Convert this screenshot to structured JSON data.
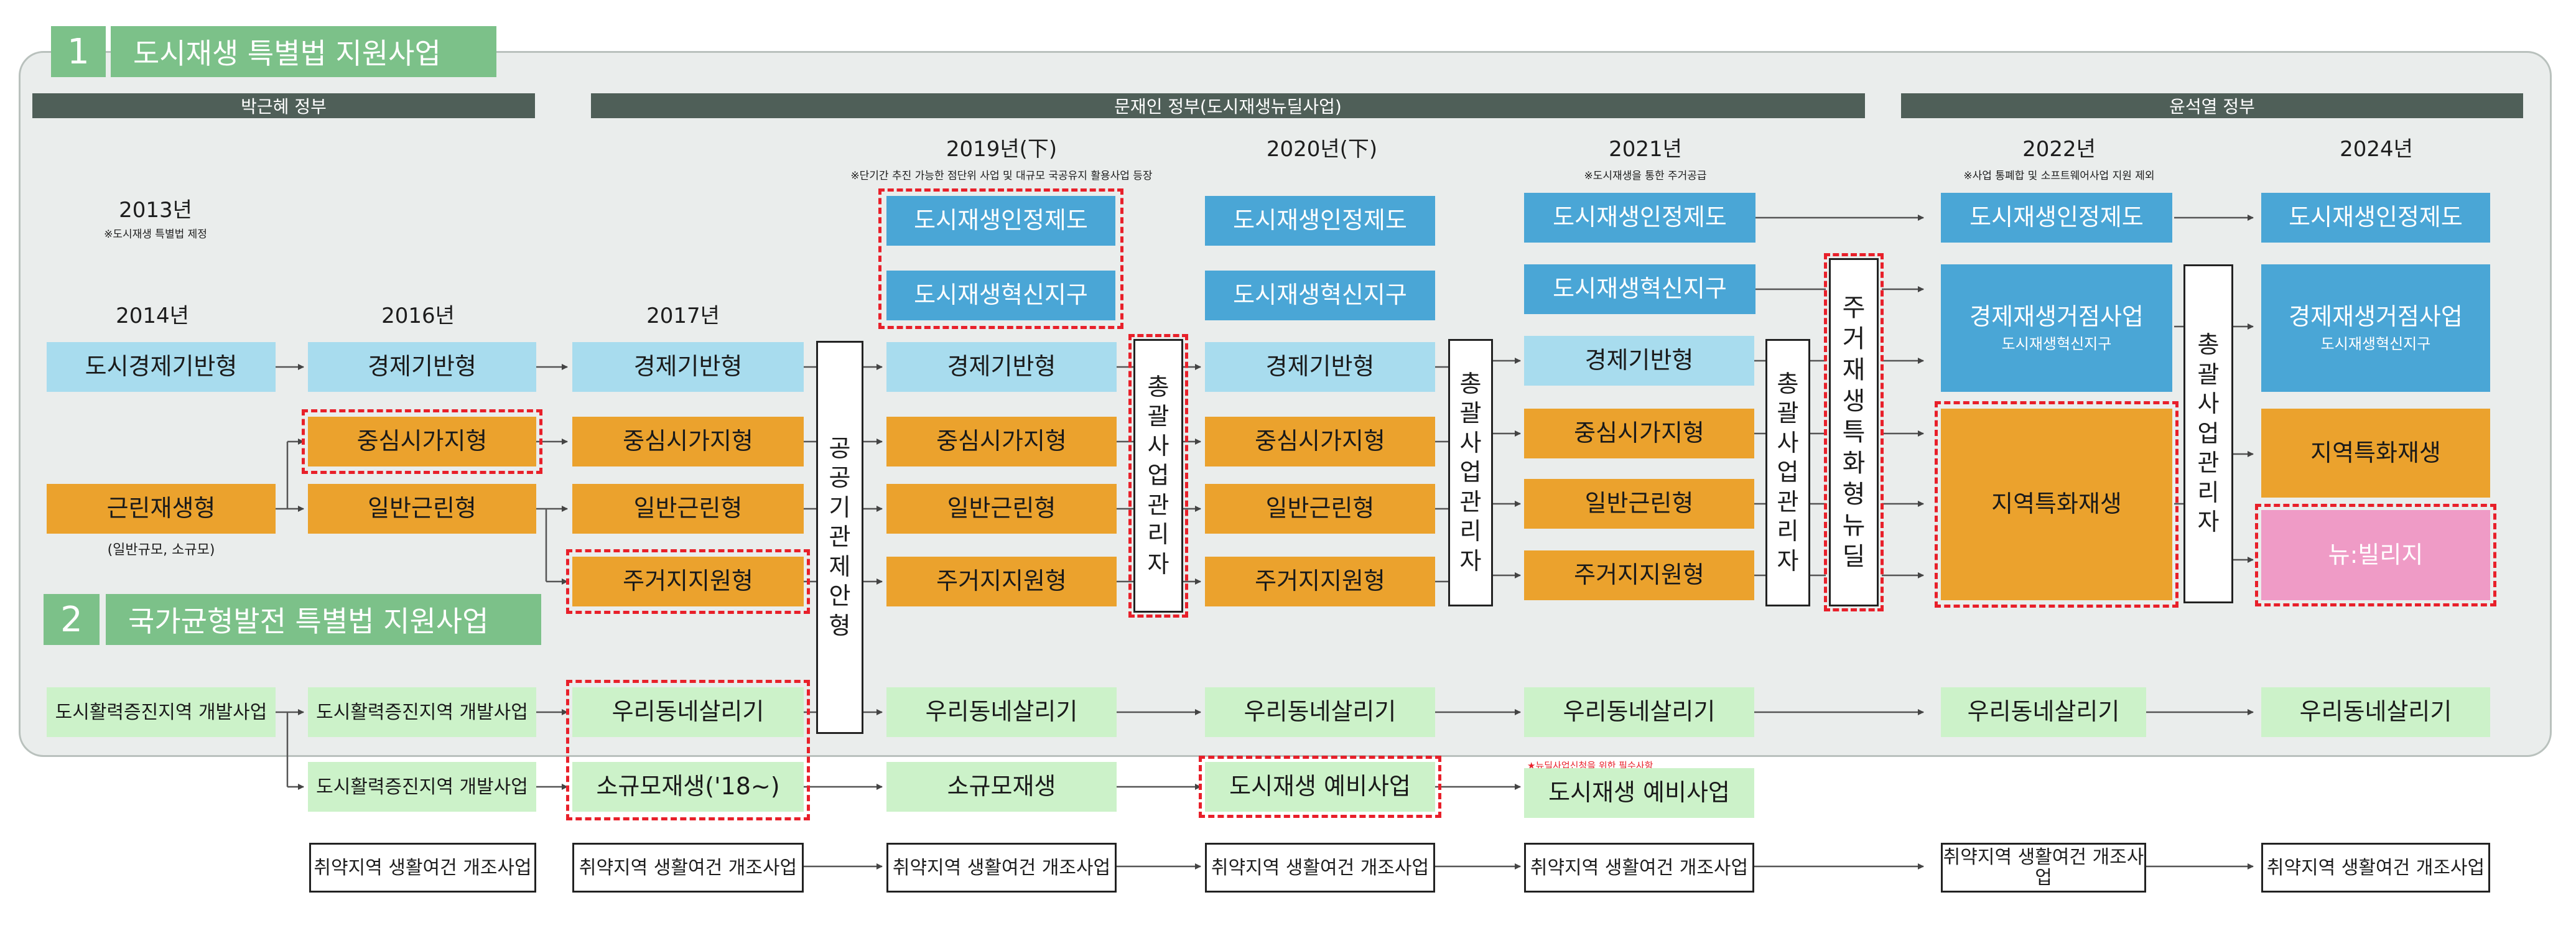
{
  "sections": {
    "s1": {
      "num": "1",
      "title": "도시재생 특별법 지원사업"
    },
    "s2": {
      "num": "2",
      "title": "국가균형발전 특별법 지원사업"
    }
  },
  "governments": {
    "park": "박근혜 정부",
    "moon": "문재인 정부(도시재생뉴딜사업)",
    "yoon": "윤석열 정부"
  },
  "years": {
    "y2013": "2013년",
    "y2013_note": "※도시재생 특별법 제정",
    "y2014": "2014년",
    "y2016": "2016년",
    "y2017": "2017년",
    "y2019": "2019년(下)",
    "y2019_note": "※단기간 추진 가능한 점단위 사업 및 대규모 국공유지 활용사업 등장",
    "y2020": "2020년(下)",
    "y2021": "2021년",
    "y2021_note": "※도시재생을 통한 주거공급",
    "y2022": "2022년",
    "y2022_note": "※사업 통폐합 및 소프트웨어사업 지원 제외",
    "y2024": "2024년"
  },
  "c2014": {
    "urban_economic": "도시경제기반형",
    "neighborhood": "근린재생형",
    "neighborhood_note": "(일반규모, 소규모)"
  },
  "c2016": {
    "economic": "경제기반형",
    "central": "중심시가지형",
    "general": "일반근린형"
  },
  "c2017": {
    "economic": "경제기반형",
    "central": "중심시가지형",
    "general": "일반근린형",
    "housing": "주거지지원형",
    "public_proposal": "공공기관 제안형"
  },
  "c2019": {
    "certification": "도시재생인정제도",
    "innovation": "도시재생혁신지구",
    "economic": "경제기반형",
    "central": "중심시가지형",
    "general": "일반근린형",
    "housing": "주거지지원형",
    "manager": "총괄사업관리자"
  },
  "c2020": {
    "certification": "도시재생인정제도",
    "innovation": "도시재생혁신지구",
    "economic": "경제기반형",
    "central": "중심시가지형",
    "general": "일반근린형",
    "housing": "주거지지원형",
    "manager": "총괄사업관리자"
  },
  "c2021": {
    "certification": "도시재생인정제도",
    "innovation": "도시재생혁신지구",
    "economic": "경제기반형",
    "central": "중심시가지형",
    "general": "일반근린형",
    "housing": "주거지지원형",
    "manager": "총괄사업관리자",
    "housing_newdeal": "주거재생특화형뉴딜",
    "prelim_note": "★뉴딜사업신청을 위한 필수사항"
  },
  "c2022": {
    "certification": "도시재생인정제도",
    "hub_title": "경제재생거점사업",
    "hub_sub": "도시재생혁신지구",
    "regional": "지역특화재생",
    "manager": "총괄사업관리자"
  },
  "c2024": {
    "certification": "도시재생인정제도",
    "hub_title": "경제재생거점사업",
    "hub_sub": "도시재생혁신지구",
    "regional": "지역특화재생",
    "village": "뉴:빌리지"
  },
  "balanced": {
    "dev_2014": "도시활력증진지역 개발사업",
    "dev_2016a": "도시활력증진지역 개발사업",
    "dev_2016b": "도시활력증진지역 개발사업",
    "village": "우리동네살리기",
    "small": "소규모재생('18~)",
    "small_2019": "소규모재생",
    "prelim": "도시재생 예비사업",
    "vulnerable": "취약지역 생활여건 개조사업"
  },
  "colors": {
    "panel": "#eaedec",
    "section_green": "#7cc189",
    "gov_bar": "#4f5f58",
    "light_blue": "#a8dcee",
    "mid_blue": "#4aa6d6",
    "orange": "#eba22d",
    "pink": "#ef9bc6",
    "light_green": "#ccf2c9",
    "red_dashed": "#e8202a"
  }
}
